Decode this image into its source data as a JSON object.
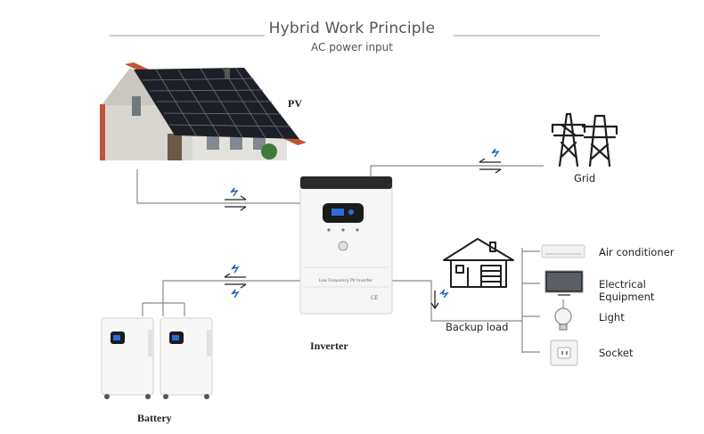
{
  "header": {
    "title": "Hybrid Work Principle",
    "subtitle": "AC power input"
  },
  "nodes": {
    "pv": "PV",
    "grid": "Grid",
    "inverter": "Inverter",
    "battery": "Battery",
    "backup_load": "Backup load"
  },
  "inverter_panel": {
    "product_text": "Low Frequency PV Inverter",
    "ce_mark": "CE"
  },
  "loads": [
    {
      "label": "Air conditioner",
      "icon": "air-conditioner-icon"
    },
    {
      "label": "Electrical Equipment",
      "icon": "monitor-icon"
    },
    {
      "label": "Light",
      "icon": "light-bulb-icon"
    },
    {
      "label": "Socket",
      "icon": "socket-icon"
    }
  ],
  "colors": {
    "line": "#8a8a8a",
    "flow_icon": "#1a5fb4",
    "roof_frame": "#c0553a",
    "panel": "#1c1f26"
  }
}
